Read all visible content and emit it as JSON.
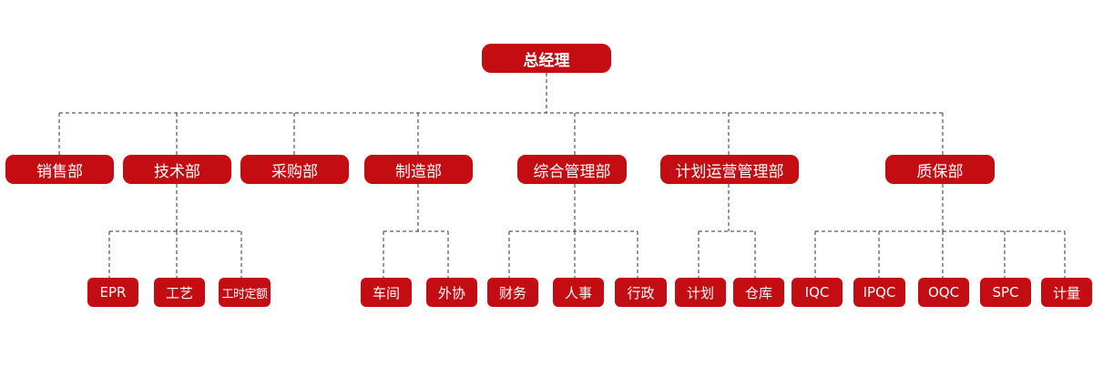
{
  "org": {
    "root": "总经理",
    "departments": [
      {
        "name": "销售部",
        "children": []
      },
      {
        "name": "技术部",
        "children": [
          "EPR",
          "工艺",
          "工时定额"
        ]
      },
      {
        "name": "采购部",
        "children": []
      },
      {
        "name": "制造部",
        "children": [
          "车间",
          "外协"
        ]
      },
      {
        "name": "综合管理部",
        "children": [
          "财务",
          "人事",
          "行政"
        ]
      },
      {
        "name": "计划运营管理部",
        "children": [
          "计划",
          "仓库"
        ]
      },
      {
        "name": "质保部",
        "children": [
          "IQC",
          "IPQC",
          "OQC",
          "SPC",
          "计量"
        ]
      }
    ]
  },
  "colors": {
    "box": "#c30d13",
    "text": "#ffffff",
    "line": "#333333"
  }
}
